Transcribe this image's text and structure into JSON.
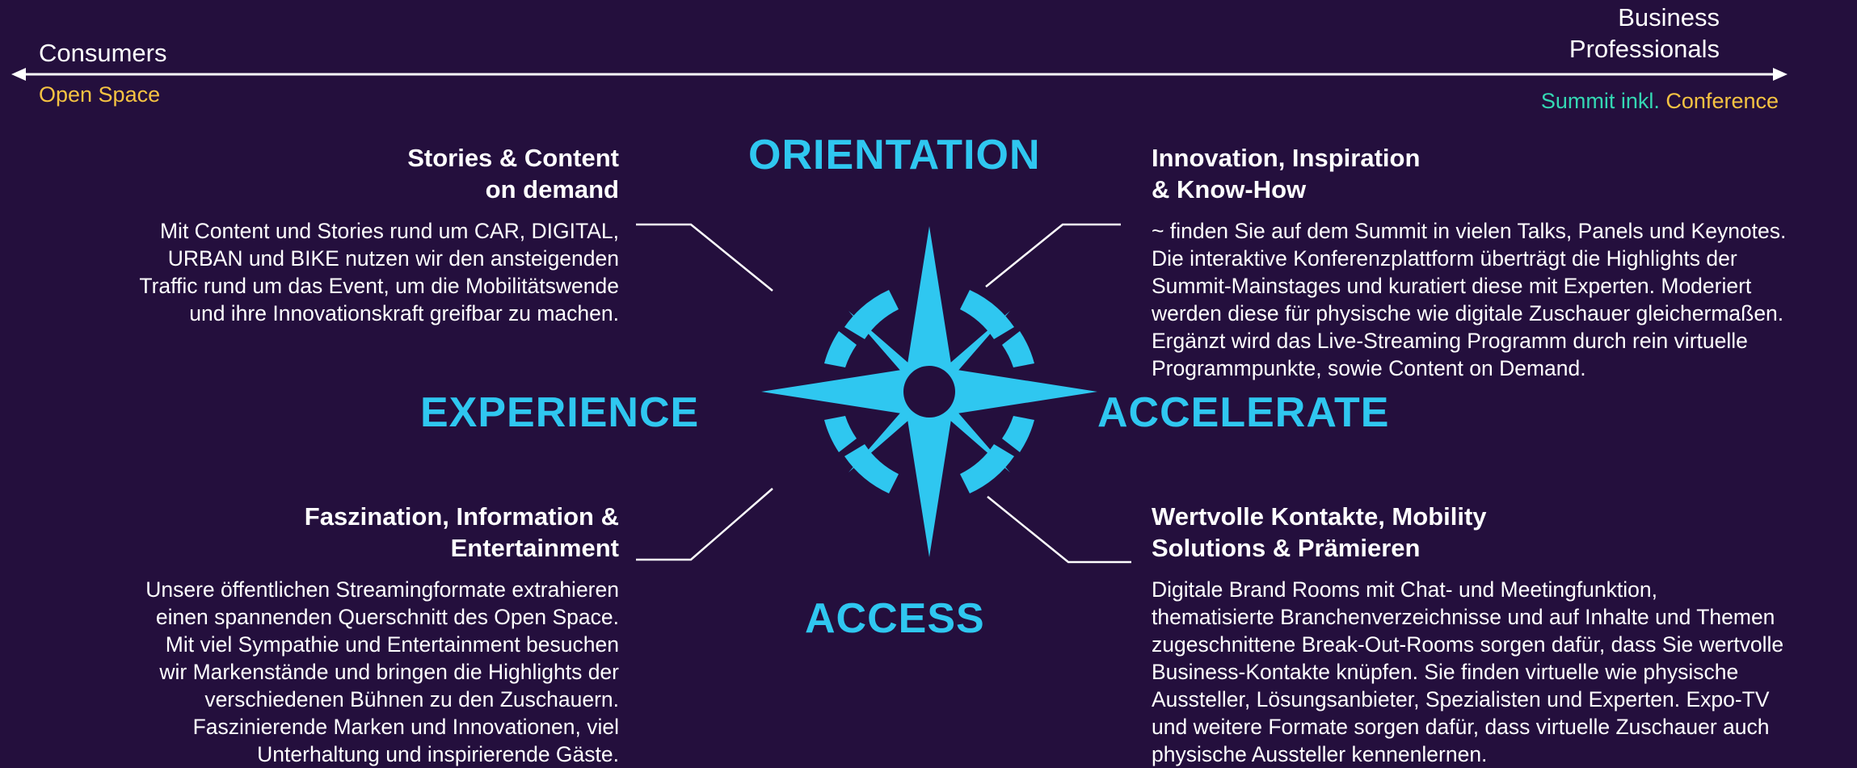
{
  "axis": {
    "left_label": "Consumers",
    "left_sub": "Open Space",
    "right_label_line1": "Business",
    "right_label_line2": "Professionals",
    "right_sub_part1": "Summit inkl.",
    "right_sub_part2": "Conference"
  },
  "keywords": {
    "north": "ORIENTATION",
    "west": "EXPERIENCE",
    "east": "ACCELERATE",
    "south": "ACCESS"
  },
  "quadrants": {
    "top_left": {
      "heading_line1": "Stories & Content",
      "heading_line2": "on demand",
      "body": [
        "Mit Content und Stories rund um CAR, DIGITAL,",
        "URBAN und BIKE nutzen wir den ansteigenden",
        "Traffic rund um das Event, um die Mobilitätswende",
        "und ihre Innovationskraft greifbar zu machen."
      ]
    },
    "top_right": {
      "heading_line1": "Innovation, Inspiration",
      "heading_line2": "& Know-How",
      "body": [
        "~ finden Sie auf dem Summit in vielen Talks, Panels und Keynotes.",
        "Die interaktive Konferenzplattform überträgt die Highlights der",
        "Summit-Mainstages und kuratiert diese mit Experten. Moderiert",
        "werden diese für physische wie digitale Zuschauer gleichermaßen.",
        "Ergänzt wird das Live-Streaming Programm durch rein virtuelle",
        "Programmpunkte, sowie Content on Demand."
      ]
    },
    "bottom_left": {
      "heading_line1": "Faszination, Information &",
      "heading_line2": "Entertainment",
      "body": [
        "Unsere öffentlichen Streamingformate extrahieren",
        "einen spannenden Querschnitt des Open Space.",
        "Mit viel Sympathie und Entertainment besuchen",
        "wir Markenstände und bringen die Highlights der",
        "verschiedenen Bühnen zu den Zuschauern.",
        "Faszinierende Marken und Innovationen, viel",
        "Unterhaltung und inspirierende Gäste."
      ]
    },
    "bottom_right": {
      "heading_line1": "Wertvolle Kontakte, Mobility",
      "heading_line2": "Solutions & Prämieren",
      "body": [
        "Digitale Brand Rooms mit Chat- und Meetingfunktion,",
        "thematisierte Branchenverzeichnisse und auf Inhalte und Themen",
        "zugeschnittene Break-Out-Rooms sorgen dafür, dass Sie wertvolle",
        "Business-Kontakte knüpfen. Sie finden virtuelle wie physische",
        "Aussteller, Lösungsanbieter, Spezialisten und Experten. Expo-TV",
        "und weitere Formate sorgen dafür, dass virtuelle Zuschauer auch",
        "physische Aussteller kennenlernen."
      ]
    }
  },
  "colors": {
    "background": "#240f3d",
    "accent_blue": "#2fc7f0",
    "accent_yellow": "#f5c342",
    "accent_teal": "#34d8b3"
  }
}
